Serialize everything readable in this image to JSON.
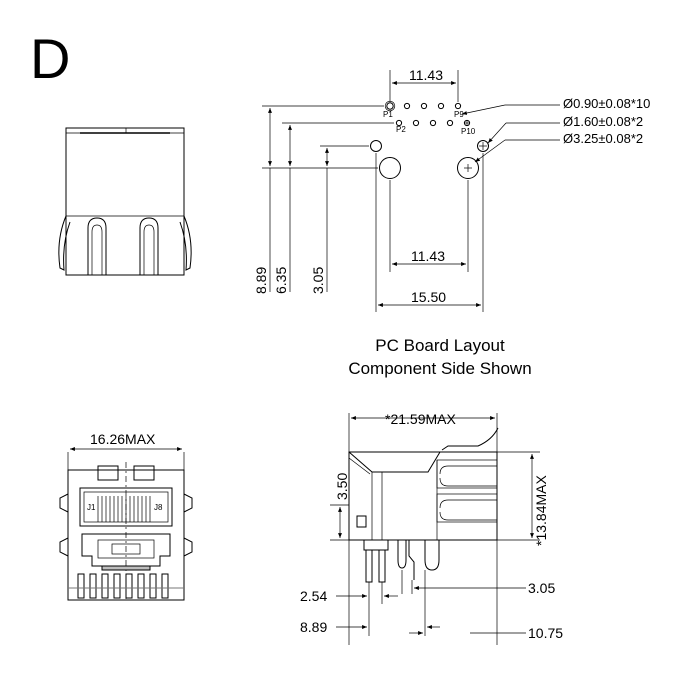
{
  "view_letter": "D",
  "pcb_layout": {
    "caption_line1": "PC Board Layout",
    "caption_line2": "Component Side Shown",
    "top_spacing": "11.43",
    "bottom_spacing": "11.43",
    "overall_width": "15.50",
    "height_a": "8.89",
    "height_b": "6.35",
    "height_c": "3.05",
    "pin_p1": "P1",
    "pin_p2": "P2",
    "pin_p9": "P9",
    "pin_p10": "P10",
    "hole_callout_1": "Ø0.90±0.08*10",
    "hole_callout_2": "Ø1.60±0.08*2",
    "hole_callout_3": "Ø3.25±0.08*2"
  },
  "front_view": {
    "width_label": "16.26MAX",
    "contact_left": "J1",
    "contact_right": "J8"
  },
  "side_view": {
    "length_label": "*21.59MAX",
    "height_label": "*13.84MAX",
    "standoff_label": "3.50",
    "dim_254": "2.54",
    "dim_305": "3.05",
    "dim_889": "8.89",
    "dim_1075": "10.75"
  }
}
